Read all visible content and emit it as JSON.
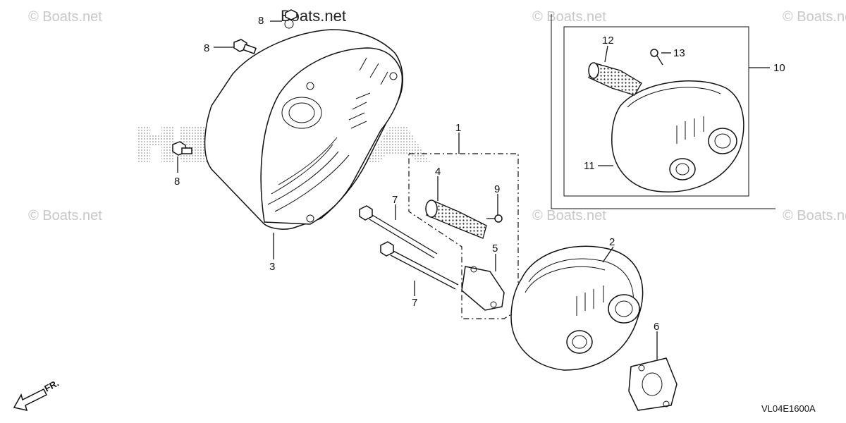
{
  "watermark": {
    "main_text": "Boats.net",
    "repeat_text": "© Boats.net"
  },
  "brand_logo_text": "HONDA",
  "diagram_code": "VL04E1600A",
  "front_arrow_label": "FR.",
  "callouts": {
    "c1": "1",
    "c2": "2",
    "c3": "3",
    "c4": "4",
    "c5": "5",
    "c6": "6",
    "c7a": "7",
    "c7b": "7",
    "c8a": "8",
    "c8b": "8",
    "c8c": "8",
    "c9": "9",
    "c10": "10",
    "c11": "11",
    "c12": "12",
    "c13": "13"
  }
}
